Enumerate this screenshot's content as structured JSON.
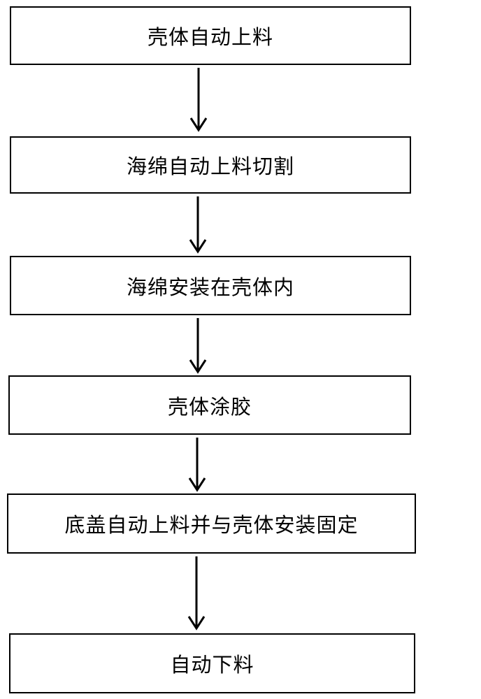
{
  "flowchart": {
    "steps": [
      {
        "label": "壳体自动上料"
      },
      {
        "label": "海绵自动上料切割"
      },
      {
        "label": "海绵安装在壳体内"
      },
      {
        "label": "壳体涂胶"
      },
      {
        "label": "底盖自动上料并与壳体安装固定"
      },
      {
        "label": "自动下料"
      }
    ],
    "colors": {
      "stroke": "#000000",
      "background": "#ffffff"
    }
  }
}
